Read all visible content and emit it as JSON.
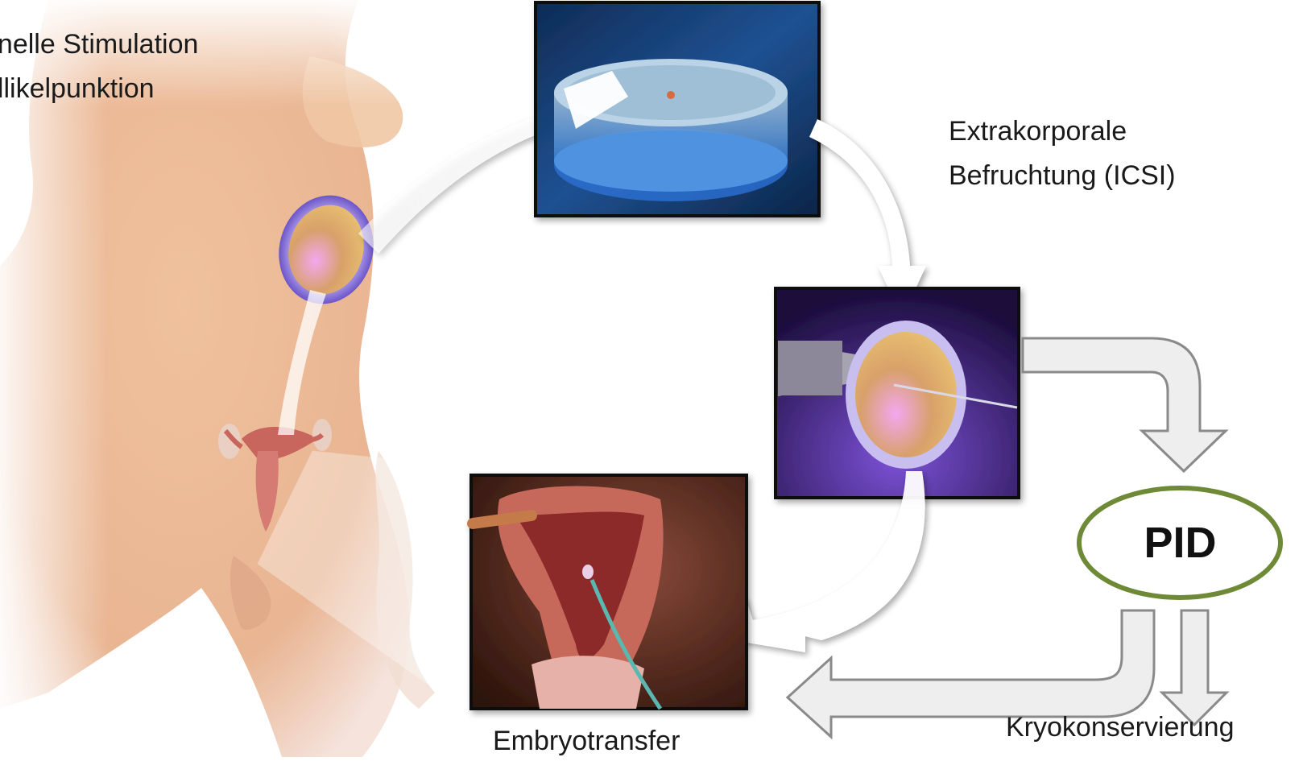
{
  "labels": {
    "stimulation_line1": "onelle Stimulation",
    "stimulation_line2": "ollikelpunktion",
    "icsi_line1": "Extrakorporale",
    "icsi_line2": "Befruchtung (ICSI)",
    "embryotransfer": "Embryotransfer",
    "kryokonservierung": "Kryokonservierung",
    "pid": "PID"
  },
  "colors": {
    "pid_ellipse_stroke": "#6e8a36",
    "flow_arrow_fill": "#eeeeee",
    "flow_arrow_stroke": "#8a8a8a",
    "dish_background": "#163a6e",
    "icsi_background": "#3a1d7a",
    "uterus_background": "#3a1a10",
    "skin": "#e8b591"
  },
  "icons": {
    "body": "female-torso-illustration",
    "egg": "oocyte-icon",
    "dish": "petri-dish-icon",
    "icsi": "micro-injection-icon",
    "uterus": "uterus-cross-section-icon"
  }
}
